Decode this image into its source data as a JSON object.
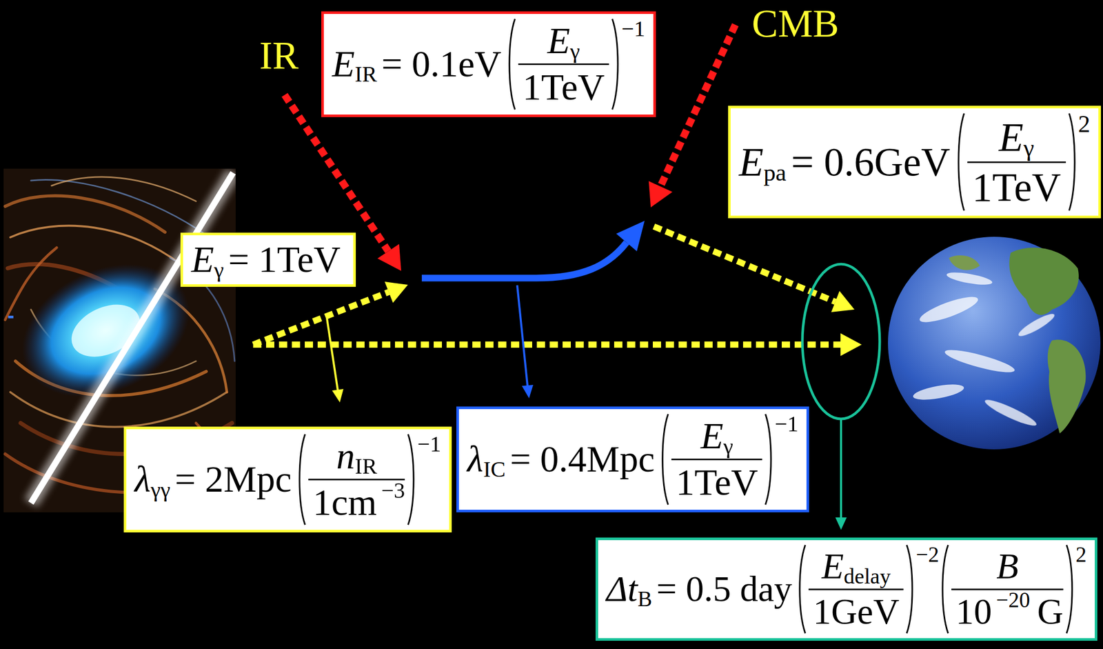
{
  "diagram": {
    "nodes": [
      {
        "text": [
          "E",
          "IR",
          "= 0.1eV",
          "E",
          "γ",
          "1TeV",
          "−1"
        ]
      },
      {
        "text": [
          "E",
          "pa",
          "= 0.6GeV",
          "E",
          "γ",
          "1TeV",
          "2"
        ]
      },
      {
        "text": [
          "E",
          "γ",
          "= 1TeV"
        ]
      },
      {
        "text": [
          "λ",
          "γγ",
          "= 2Mpc",
          "n",
          "IR",
          "1cm",
          "−3",
          "−1"
        ]
      },
      {
        "text": [
          "λ",
          "IC",
          "= 0.4Mpc",
          "E",
          "γ",
          "1TeV",
          "−1"
        ]
      },
      {
        "text": [
          "Δt",
          "B",
          "= 0.5 day",
          "E",
          "delay",
          "1GeV",
          "−2",
          "B",
          "10",
          "−20",
          "G",
          "2"
        ]
      }
    ],
    "labels": [
      "IR",
      "CMB"
    ]
  }
}
